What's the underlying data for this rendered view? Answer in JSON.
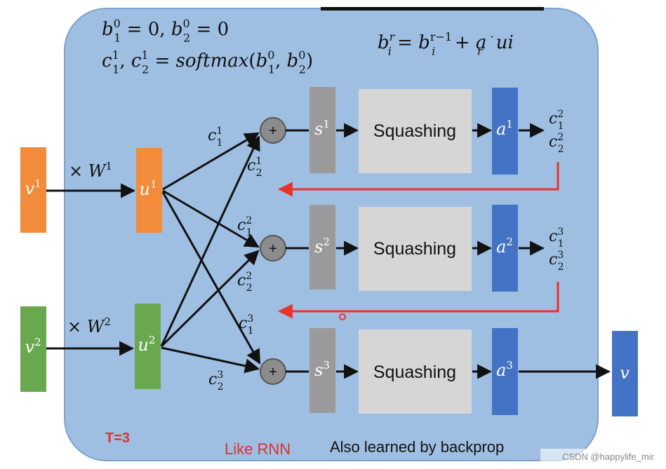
{
  "formulas": {
    "init_b": {
      "parts": [
        "b",
        "1",
        "0",
        " = 0, ",
        "b",
        "2",
        "0",
        " = 0"
      ]
    },
    "init_c": {
      "parts": [
        "c",
        "1",
        "1",
        ", ",
        "c",
        "2",
        "1",
        " = ",
        "softmax",
        "(",
        "b",
        "1",
        "0",
        ", ",
        "b",
        "2",
        "0",
        ")"
      ]
    },
    "update_rule": {
      "parts": [
        "b",
        "i",
        "r",
        " = ",
        "b",
        "i",
        "r−1",
        " + ",
        "a",
        "r",
        " · ",
        "u",
        "i"
      ]
    }
  },
  "nodes": {
    "v1": {
      "base": "v",
      "sup": "1"
    },
    "v2": {
      "base": "v",
      "sup": "2"
    },
    "u1": {
      "base": "u",
      "sup": "1"
    },
    "u2": {
      "base": "u",
      "sup": "2"
    },
    "w1": {
      "prefix": "× ",
      "base": "W",
      "sup": "1"
    },
    "w2": {
      "prefix": "× ",
      "base": "W",
      "sup": "2"
    },
    "s1": {
      "base": "s",
      "sup": "1"
    },
    "s2": {
      "base": "s",
      "sup": "2"
    },
    "s3": {
      "base": "s",
      "sup": "3"
    },
    "a1": {
      "base": "a",
      "sup": "1"
    },
    "a2": {
      "base": "a",
      "sup": "2"
    },
    "a3": {
      "base": "a",
      "sup": "3"
    },
    "v_out": {
      "base": "v"
    },
    "plus": "+"
  },
  "squash_label": "Squashing",
  "coef_labels": {
    "c11": {
      "base": "c",
      "sub": "1",
      "sup": "1"
    },
    "c21": {
      "base": "c",
      "sub": "2",
      "sup": "1"
    },
    "c12": {
      "base": "c",
      "sub": "1",
      "sup": "2"
    },
    "c22": {
      "base": "c",
      "sub": "2",
      "sup": "2"
    },
    "c13": {
      "base": "c",
      "sub": "1",
      "sup": "3"
    },
    "c23": {
      "base": "c",
      "sub": "2",
      "sup": "3"
    }
  },
  "output_coefs": {
    "r1_top": {
      "base": "c",
      "sub": "1",
      "sup": "2"
    },
    "r1_bot": {
      "base": "c",
      "sub": "2",
      "sup": "2"
    },
    "r2_top": {
      "base": "c",
      "sub": "1",
      "sup": "3"
    },
    "r2_bot": {
      "base": "c",
      "sub": "2",
      "sup": "3"
    }
  },
  "footer": {
    "t_label": "T=3",
    "like_rnn": "Like RNN",
    "backprop": "Also learned by backprop",
    "watermark": "CSDN @happylife_mir"
  },
  "colors": {
    "panel": "#9fbfe2",
    "panel_border": "#7da2cc",
    "orange": "#f28b3a",
    "green": "#6aa84f",
    "gray": "#9a9a9a",
    "light_gray": "#d6d6d6",
    "blue": "#4472c4",
    "red": "#e8332a",
    "text_red": "#e03030"
  }
}
